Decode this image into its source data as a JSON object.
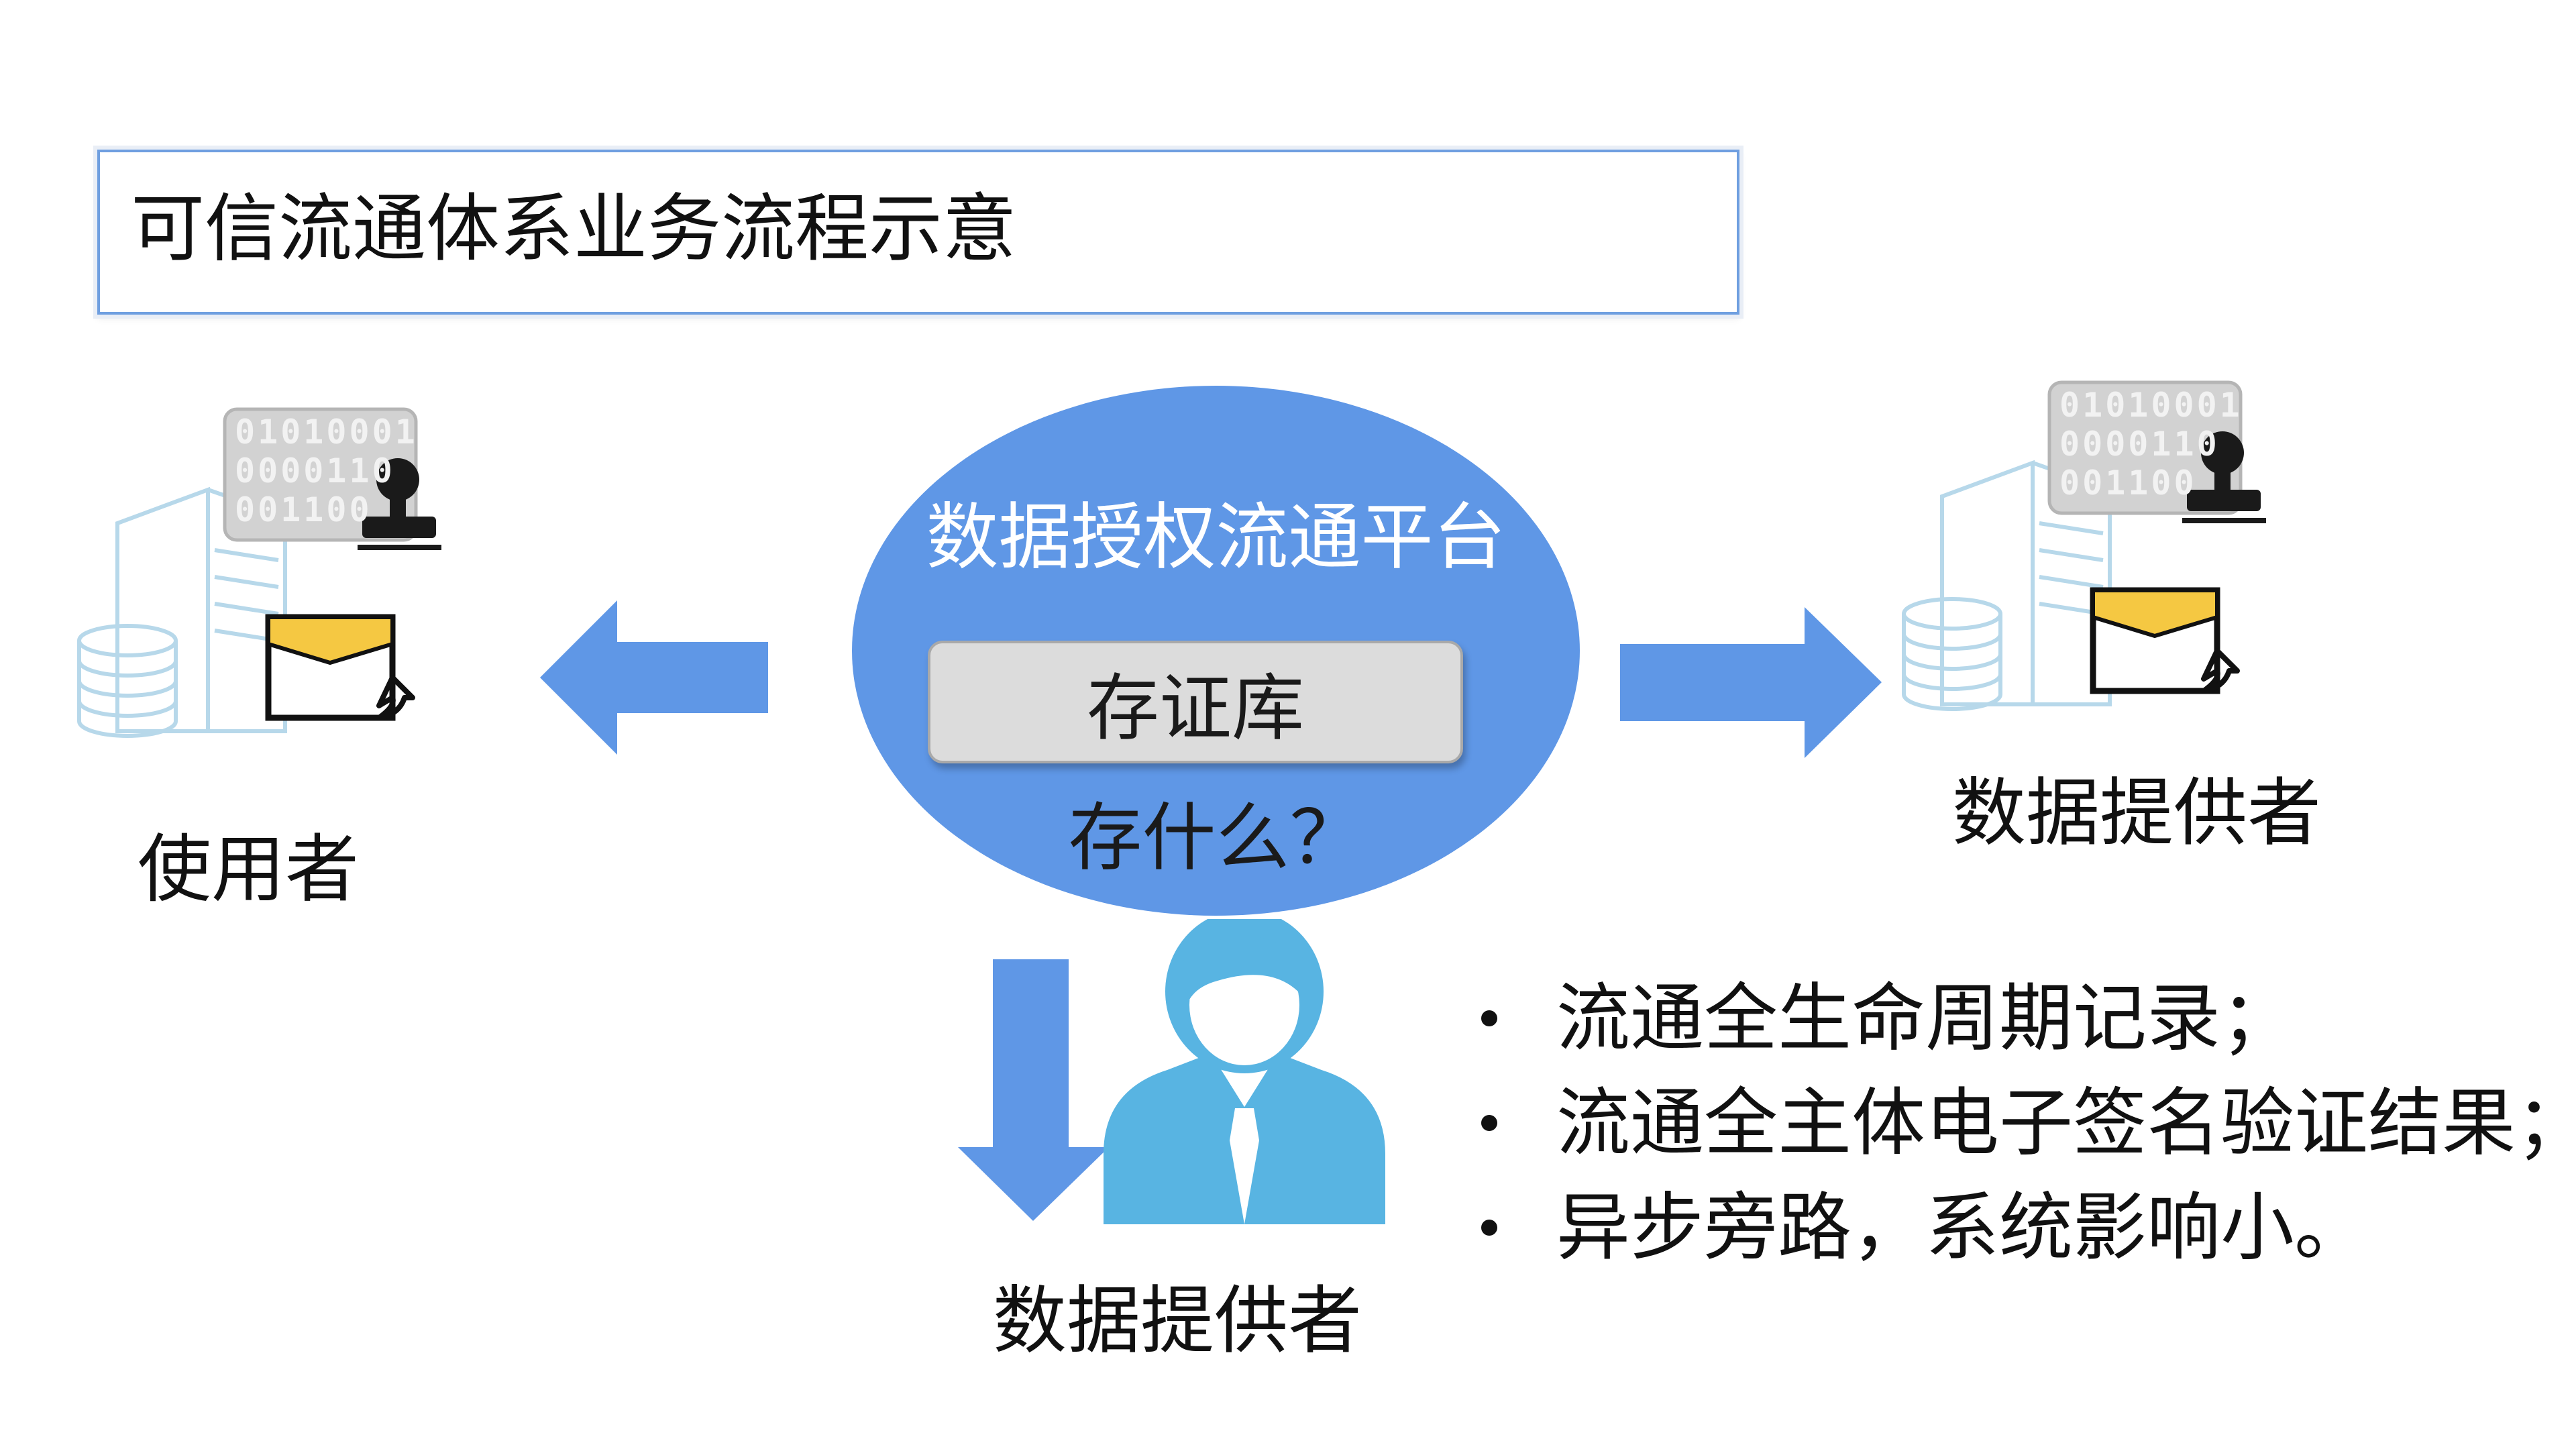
{
  "title": "可信流通体系业务流程示意",
  "platform": {
    "title": "数据授权流通平台",
    "store_label": "存证库",
    "question": "存什么？"
  },
  "left_label": "使用者",
  "right_label": "数据提供者",
  "bottom_label": "数据提供者",
  "binary_lines": [
    "01010001",
    "0000110",
    "001100"
  ],
  "bullets": [
    "流通全生命周期记录；",
    "流通全主体电子签名验证结果；",
    "异步旁路，系统影响小。"
  ],
  "colors": {
    "platform": "#5f97e6",
    "arrow": "#5f97e6",
    "person": "#58b4e2",
    "envelope_flap": "#f5c842",
    "server_outline": "#b7d8ea",
    "title_border": "#6f9fe0"
  }
}
